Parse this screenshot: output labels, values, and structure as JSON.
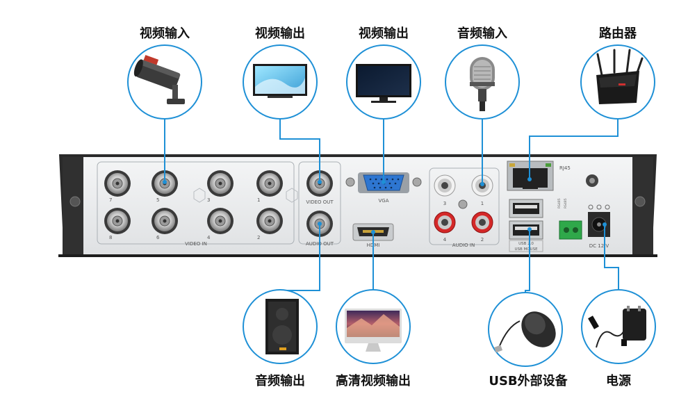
{
  "top_labels": {
    "video_in": "视频输入",
    "video_out_tv": "视频输出",
    "video_out_monitor": "视频输出",
    "audio_in": "音频输入",
    "router": "路由器"
  },
  "bottom_labels": {
    "audio_out": "音频输出",
    "hd_video_out": "高清视频输出",
    "usb": "USB外部设备",
    "power": "电源"
  },
  "panel": {
    "video_in_numbers": [
      "7",
      "5",
      "3",
      "1",
      "8",
      "6",
      "4",
      "2"
    ],
    "video_in": "VIDEO IN",
    "video_out": "VIDEO OUT",
    "audio_out": "AUDIO OUT",
    "vga": "VGA",
    "hdmi": "HDMI",
    "audio_in_numbers": [
      "3",
      "1",
      "4",
      "2"
    ],
    "audio_in": "AUDIO IN",
    "rj45": "RJ45",
    "usb_label_1": "USB 2.0",
    "usb_label_2": "USB MOUSE",
    "dc": "DC 12 V",
    "rs485_a": "RS485",
    "rs485_b": "RS485"
  },
  "colors": {
    "accent": "#1e90d6",
    "panel": "#eceeef",
    "chassis": "#262626"
  }
}
